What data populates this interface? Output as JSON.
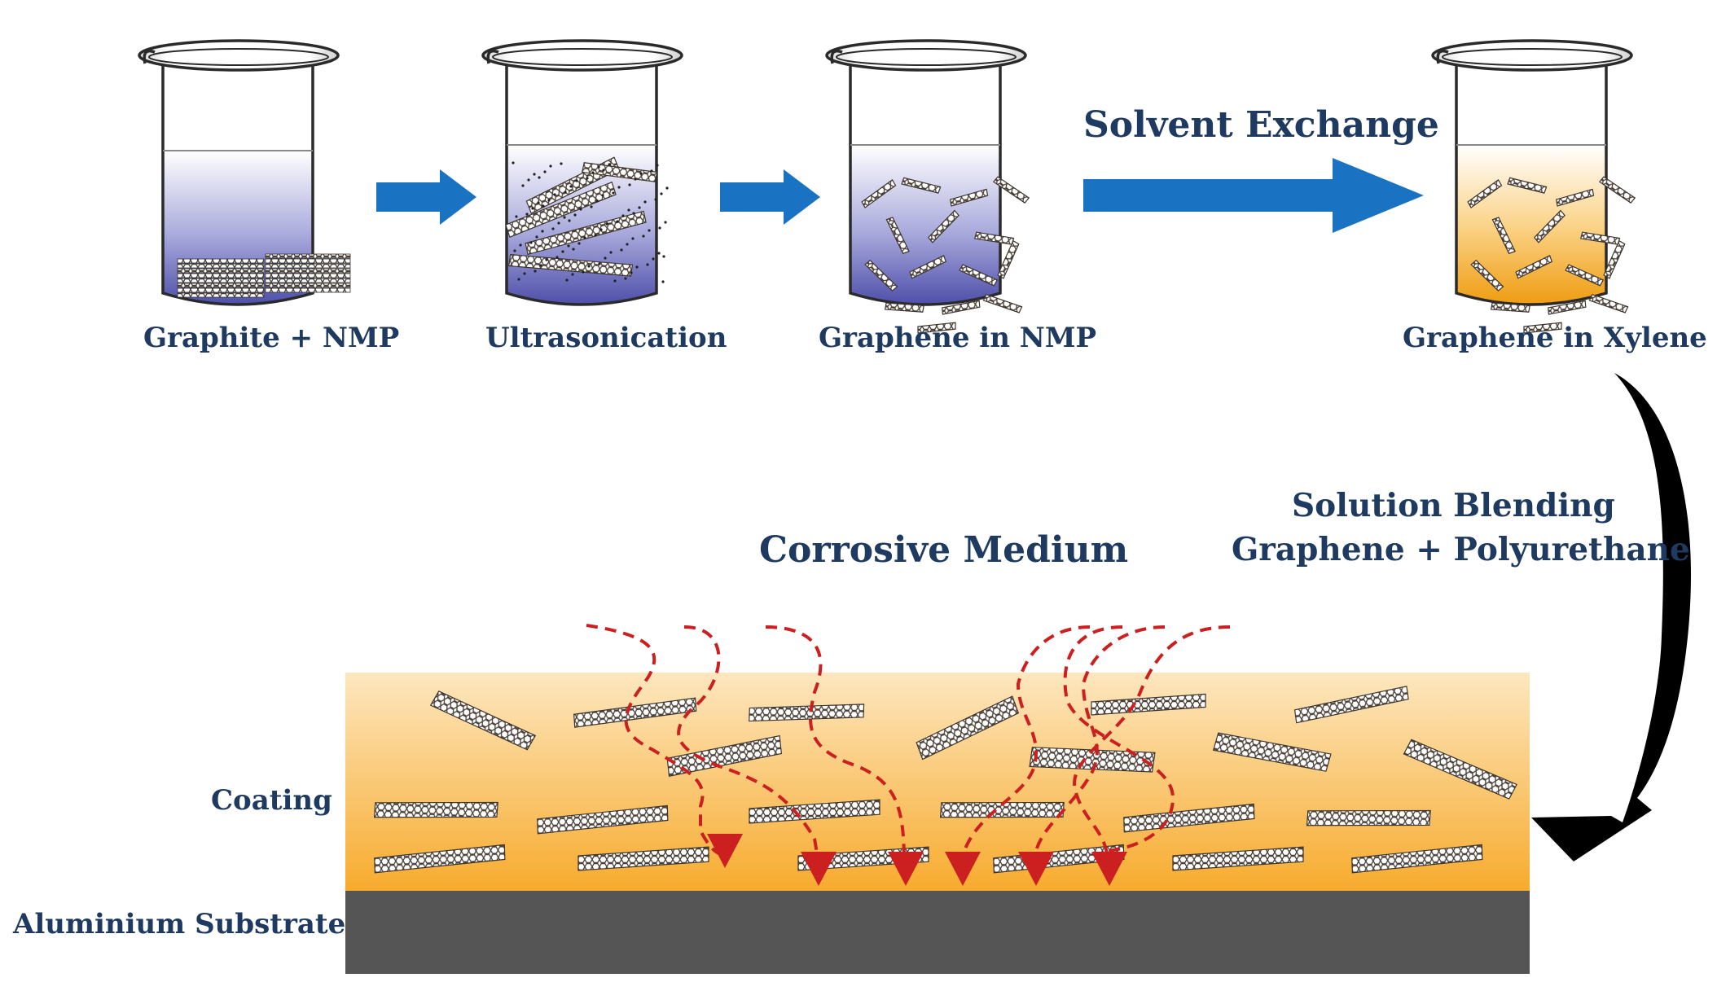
{
  "steps": {
    "s1": "Graphite + NMP",
    "s2": "Ultrasonication",
    "s3": "Graphene in NMP",
    "s4": "Graphene in Xylene"
  },
  "process": {
    "solvent_exchange": "Solvent Exchange",
    "blending_line1": "Solution Blending",
    "blending_line2": "Graphene + Polyurethane"
  },
  "coating": {
    "corrosive_medium": "Corrosive Medium",
    "coating_label": "Coating",
    "substrate_label": "Aluminium Substrate"
  },
  "colors": {
    "label_text": "#1f3a60",
    "process_arrow": "#1a73c2",
    "nmp_solvent": "#5e5fb5",
    "xylene_solvent": "#f2a51f",
    "coating_layer": "#f8b03a",
    "substrate": "#555555",
    "corrosion_path": "#cc1f1f",
    "graphene": "#6b6157"
  }
}
